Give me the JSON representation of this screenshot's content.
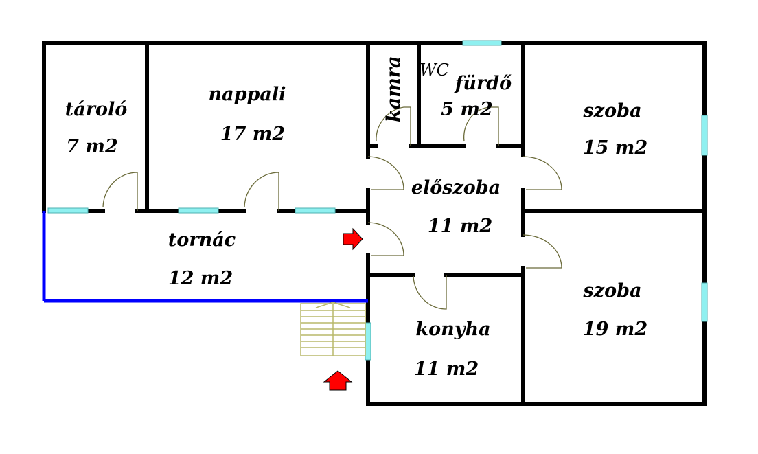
{
  "plan": {
    "colors": {
      "wall": "#000000",
      "open_edge": "#0000ff",
      "window": "#8ff0f0",
      "door": "#6b6b3a",
      "stairs": "#b8b86a",
      "arrow": "#ff0000"
    },
    "rooms": {
      "tarolo": {
        "name": "tároló",
        "area": "7 m2"
      },
      "nappali": {
        "name": "nappali",
        "area": "17 m2"
      },
      "kamra": {
        "name": "kamra"
      },
      "wc": {
        "name": "WC"
      },
      "furdo": {
        "name": "fürdő",
        "area": "5 m2"
      },
      "szoba1": {
        "name": "szoba",
        "area": "15 m2"
      },
      "eloszoba": {
        "name": "előszoba",
        "area": "11 m2"
      },
      "tornac": {
        "name": "tornác",
        "area": "12 m2"
      },
      "konyha": {
        "name": "konyha",
        "area": "11 m2"
      },
      "szoba2": {
        "name": "szoba",
        "area": "19 m2"
      }
    }
  }
}
